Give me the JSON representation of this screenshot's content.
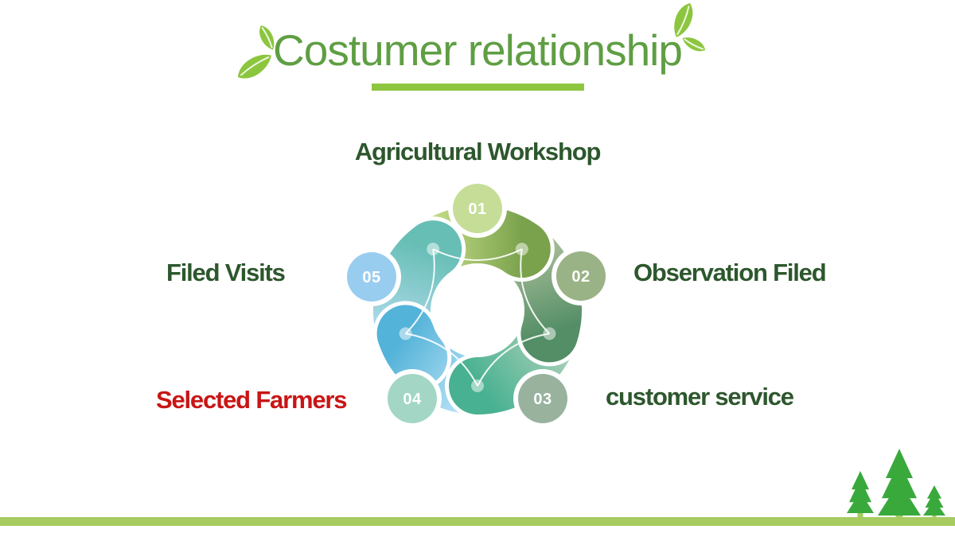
{
  "slide": {
    "title": "Costumer relationship",
    "colors": {
      "title_green": "#5f9e43",
      "underline_green": "#8ec63f",
      "footer_bar_green": "#a6cb60",
      "tree_green": "#3aa93c",
      "leaf_green": "#8cc63e",
      "step_number_text": "#ffffff"
    }
  },
  "diagram": {
    "steps": [
      {
        "number": "01",
        "label": "Agricultural Workshop",
        "label_color": "#2d572d",
        "circle_color": "#c6dd97",
        "petal_color_start": "#7aa24d",
        "petal_color_end": "#c4db85"
      },
      {
        "number": "02",
        "label": "Observation Filed",
        "label_color": "#2d572d",
        "circle_color": "#9ab386",
        "petal_color_start": "#538e66",
        "petal_color_end": "#a8bd98"
      },
      {
        "number": "03",
        "label": "customer service",
        "label_color": "#2d572d",
        "circle_color": "#98b29e",
        "petal_color_start": "#48b191",
        "petal_color_end": "#a5ceb6"
      },
      {
        "number": "04",
        "label": "Selected Farmers",
        "label_color": "#c91515",
        "circle_color": "#a3d6c5",
        "petal_color_start": "#54b3d9",
        "petal_color_end": "#b5e1f5"
      },
      {
        "number": "05",
        "label": "Filed Visits",
        "label_color": "#2d572d",
        "circle_color": "#99cdf0",
        "petal_color_start": "#67beb5",
        "petal_color_end": "#abd9e9"
      }
    ]
  }
}
